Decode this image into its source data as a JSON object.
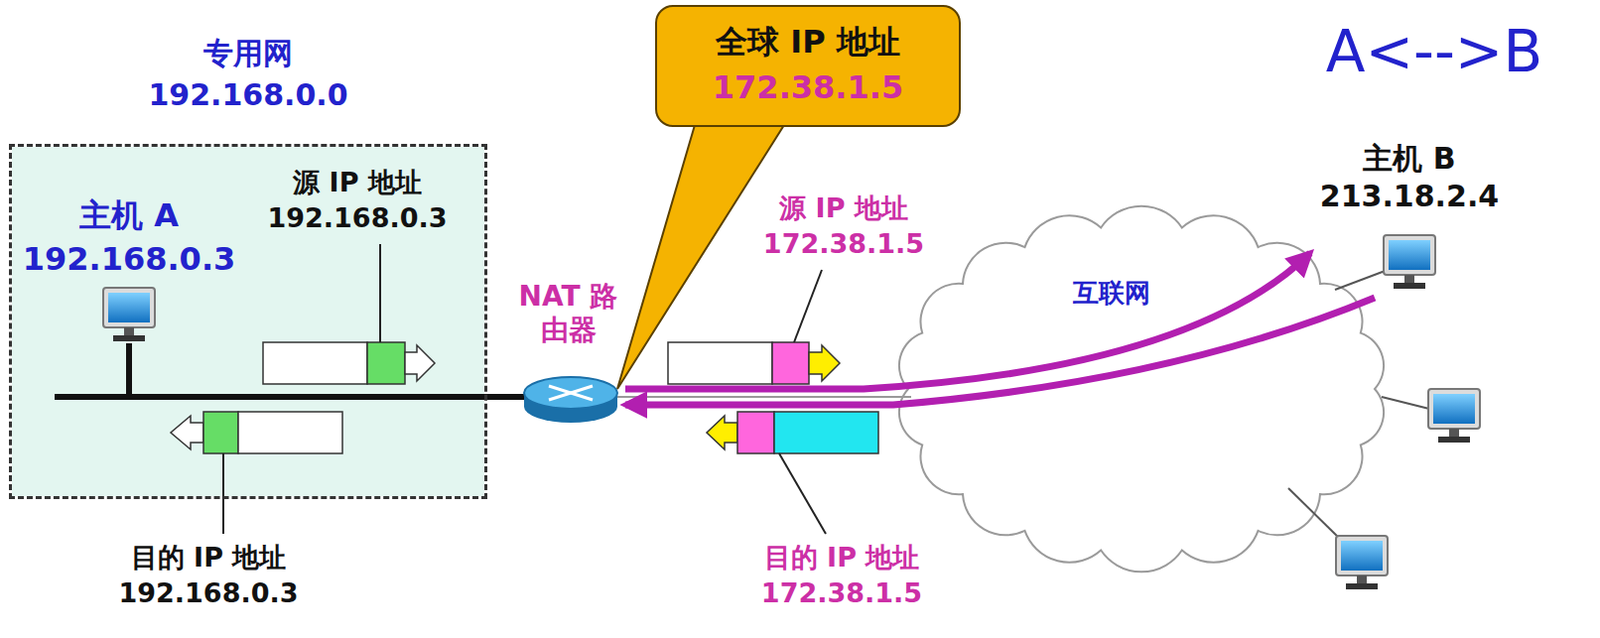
{
  "diagram": {
    "nodes": [
      {
        "text": [
          "专用网",
          "192.168.0.0"
        ]
      },
      {
        "text": [
          "主机 A",
          "192.168.0.3"
        ],
        "in": 0
      },
      {
        "text": [
          "NAT 路由器"
        ]
      },
      {
        "text": [
          "全球 IP 地址",
          "172.38.1.5"
        ]
      },
      {
        "text": [
          "互联网"
        ]
      },
      {
        "text": [
          "主机 B",
          "213.18.2.4"
        ]
      }
    ],
    "edges": [
      {
        "from": 2,
        "to": 5,
        "arrow": "to"
      },
      {
        "from": 5,
        "to": 2,
        "arrow": "to"
      }
    ],
    "labels": [
      "源 IP 地址",
      "192.168.0.3",
      "目的 IP 地址",
      "192.168.0.3",
      "源 IP 地址",
      "172.38.1.5",
      "目的 IP 地址",
      "172.38.1.5",
      "A<-->B"
    ]
  }
}
